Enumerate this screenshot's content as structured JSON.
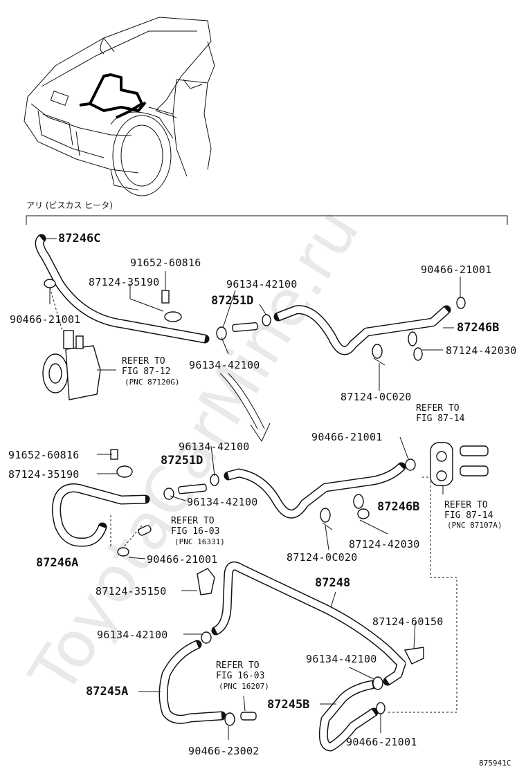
{
  "watermark": "ToyotaCarMine.ru",
  "option_header": "アリ (ビスカス ヒータ)",
  "figure_code": "875941C",
  "labels": {
    "l87246C": "87246C",
    "l91652_top": "91652-60816",
    "l87124_35190_top": "87124-35190",
    "l90466_21001_left": "90466-21001",
    "l96134_top": "96134-42100",
    "l87251D_top": "87251D",
    "l96134_mid": "96134-42100",
    "l90466_21001_tr": "90466-21001",
    "l87246B_top": "87246B",
    "l87124_42030_top": "87124-42030",
    "l87124_0C020_top": "87124-0C020",
    "l91652_mid": "91652-60816",
    "l87124_35190_mid": "87124-35190",
    "l96134_mid2": "96134-42100",
    "l87251D_mid": "87251D",
    "l96134_mid3": "96134-42100",
    "l90466_21001_mid": "90466-21001",
    "l87246B_mid": "87246B",
    "l87124_42030_mid": "87124-42030",
    "l87124_0C020_mid": "87124-0C020",
    "l87246A": "87246A",
    "l90466_21001_low": "90466-21001",
    "l87124_35150": "87124-35150",
    "l87248": "87248",
    "l87124_60150": "87124-60150",
    "l96134_low_left": "96134-42100",
    "l96134_low_right": "96134-42100",
    "l87245A": "87245A",
    "l87245B": "87245B",
    "l90466_23002": "90466-23002",
    "l90466_21001_bottom": "90466-21001"
  },
  "refs": {
    "pump": {
      "line1": "REFER TO",
      "line2": "FIG 87-12",
      "line3": "(PNC 87120G)"
    },
    "fig87_14_top": {
      "line1": "REFER TO",
      "line2": "FIG 87-14"
    },
    "fig87_14_right": {
      "line1": "REFER TO",
      "line2": "FIG 87-14",
      "line3": "(PNC 87107A)"
    },
    "fig16_03_a": {
      "line1": "REFER TO",
      "line2": "FIG 16-03",
      "line3": "(PNC 16331)"
    },
    "fig16_03_b": {
      "line1": "REFER TO",
      "line2": "FIG 16-03",
      "line3": "(PNC 16207)"
    }
  }
}
